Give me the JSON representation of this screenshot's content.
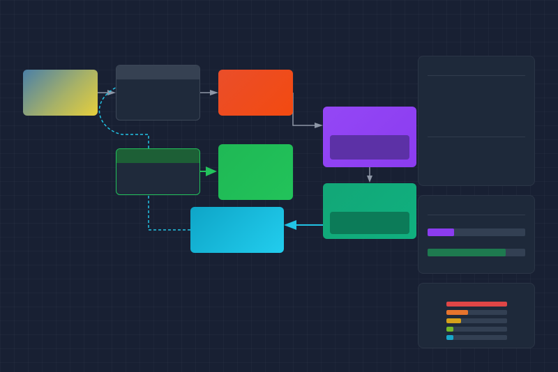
{
  "colors": {
    "background": "#182033",
    "node_yellow": "#e6cf3c",
    "node_orange": "#f34a10",
    "node_purple": "#8b3cf0",
    "node_green": "#22c35a",
    "node_teal": "#10b07f",
    "node_cyan": "#22cdee",
    "connector_gray": "#8d96a6",
    "connector_green": "#23c25c",
    "connector_cyan": "#22c4e6"
  },
  "progress_panel": {
    "bars": [
      {
        "color": "#8b3cf0",
        "fill_fraction": 0.27
      },
      {
        "color": "#1e7a4f",
        "fill_fraction": 0.8
      }
    ]
  },
  "stats_panel": {
    "bars": [
      {
        "color": "#e04646",
        "fill_fraction": 1.0
      },
      {
        "color": "#e6742d",
        "fill_fraction": 0.36
      },
      {
        "color": "#d6a01b",
        "fill_fraction": 0.24
      },
      {
        "color": "#75b82a",
        "fill_fraction": 0.12
      },
      {
        "color": "#17a6c9",
        "fill_fraction": 0.12
      }
    ]
  }
}
